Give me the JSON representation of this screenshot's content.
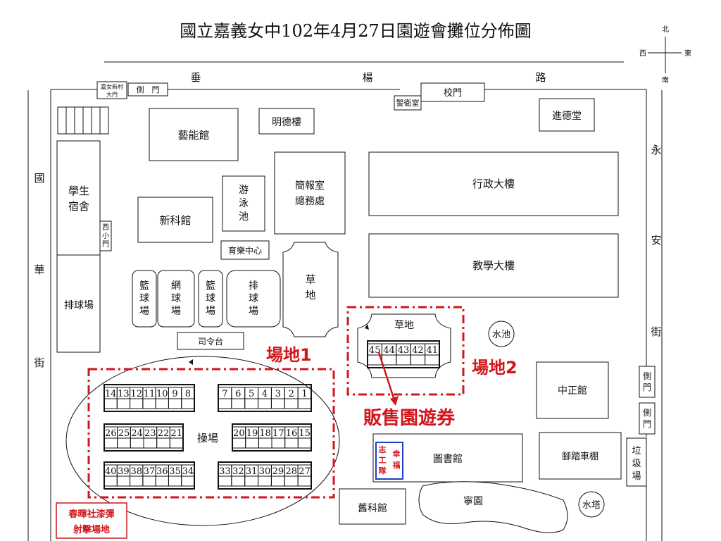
{
  "title": "國立嘉義女中102年4月27日園遊會攤位分佈圖",
  "compass": {
    "north": "北",
    "south": "南",
    "east": "東",
    "west": "西"
  },
  "roads": {
    "top": [
      "垂",
      "楊",
      "路"
    ],
    "left": [
      "國",
      "華",
      "街"
    ],
    "right": [
      "永",
      "安",
      "街"
    ]
  },
  "gates": {
    "jianu_gate_line1": "嘉女新村",
    "jianu_gate_line2": "大門",
    "side_gate_top": "側　門",
    "guard_room": "警衛室",
    "school_gate": "校門",
    "west_small_gate": [
      "西",
      "小",
      "門"
    ],
    "side_gate_right": [
      "側",
      "門"
    ]
  },
  "buildings": {
    "art_hall": "藝能館",
    "mingde": "明德樓",
    "jinde": "進德堂",
    "dorm": [
      "學生",
      "宿舍"
    ],
    "xinke": "新科館",
    "pool": [
      "游",
      "泳",
      "池"
    ],
    "briefing": [
      "簡報室",
      "總務處"
    ],
    "admin": "行政大樓",
    "teaching": "教學大樓",
    "yule": "育樂中心",
    "volley_left": "排球場",
    "basket1": [
      "籃",
      "球",
      "場"
    ],
    "tennis": [
      "網",
      "球",
      "場"
    ],
    "basket2": [
      "籃",
      "球",
      "場"
    ],
    "volley2": [
      "排",
      "球",
      "場"
    ],
    "lawn": [
      "草",
      "地"
    ],
    "lawn2": "草地",
    "podium": "司令台",
    "pond": "水池",
    "zhongzheng": "中正館",
    "library": "圖書館",
    "bike_shed": "腳踏車棚",
    "garbage": [
      "垃",
      "圾",
      "場"
    ],
    "old_science": "舊科館",
    "ning_garden": "寧園",
    "water_tower": "水塔",
    "playground": "操場"
  },
  "volunteer": {
    "left": [
      "志",
      "工",
      "隊"
    ],
    "right": [
      "幸",
      "福"
    ]
  },
  "annotations": {
    "site1": "場地1",
    "site2": "場地2",
    "ticket": "販售園遊券",
    "paintball": [
      "春暉社漆彈",
      "射擊場地"
    ]
  },
  "stalls": {
    "row1_left": [
      "14",
      "13",
      "12",
      "11",
      "10",
      "9",
      "8"
    ],
    "row1_right": [
      "7",
      "6",
      "5",
      "4",
      "3",
      "2",
      "1"
    ],
    "row2_left": [
      "26",
      "25",
      "24",
      "23",
      "22",
      "21"
    ],
    "row2_right": [
      "20",
      "19",
      "18",
      "17",
      "16",
      "15"
    ],
    "row3_left": [
      "40",
      "39",
      "38",
      "37",
      "36",
      "35",
      "34"
    ],
    "row3_right": [
      "33",
      "32",
      "31",
      "30",
      "29",
      "28",
      "27"
    ],
    "lawn_row": [
      "45",
      "44",
      "43",
      "42",
      "41"
    ]
  },
  "colors": {
    "annotation": "#d0171c",
    "volunteer_border": "#1f3fc4"
  }
}
